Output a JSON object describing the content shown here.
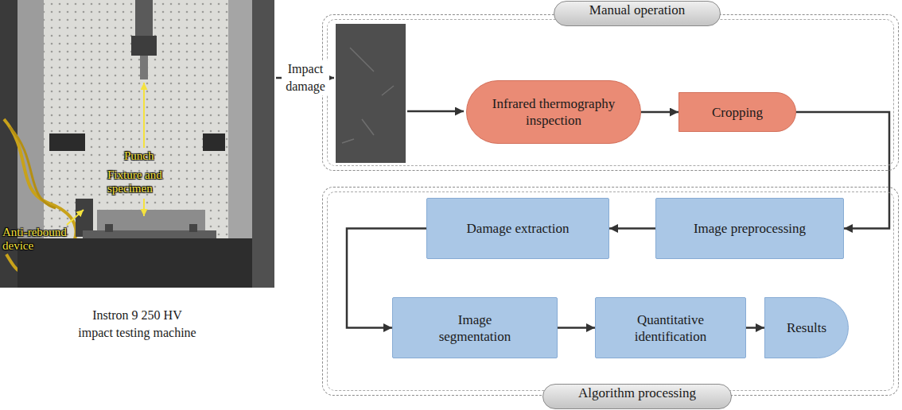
{
  "diagram": {
    "nodes": [
      {
        "text": [
          "Manual operation"
        ]
      },
      {
        "text": [
          "Infrared thermography inspection"
        ],
        "in": 0
      },
      {
        "text": [
          "Cropping"
        ],
        "in": 0
      },
      {
        "text": [
          "Algorithm processing"
        ]
      },
      {
        "text": [
          "Image preprocessing"
        ],
        "in": 3
      },
      {
        "text": [
          "Damage extraction"
        ],
        "in": 3
      },
      {
        "text": [
          "Image segmentation"
        ],
        "in": 3
      },
      {
        "text": [
          "Quantitative identification"
        ],
        "in": 3
      },
      {
        "text": [
          "Results"
        ],
        "in": 3
      }
    ],
    "edges": [
      {
        "from": 1,
        "to": 2,
        "arrow": "to"
      },
      {
        "from": 2,
        "to": 4,
        "arrow": "to"
      },
      {
        "from": 4,
        "to": 5,
        "arrow": "to"
      },
      {
        "from": 5,
        "to": 6,
        "arrow": "to"
      },
      {
        "from": 6,
        "to": 7,
        "arrow": "to"
      },
      {
        "from": 7,
        "to": 8,
        "arrow": "to"
      }
    ],
    "labels": [
      "Punch",
      "Fixture and specimen",
      "Anti-rebound device",
      "Instron 9 250 HV impact testing machine",
      "Impact damage"
    ]
  }
}
